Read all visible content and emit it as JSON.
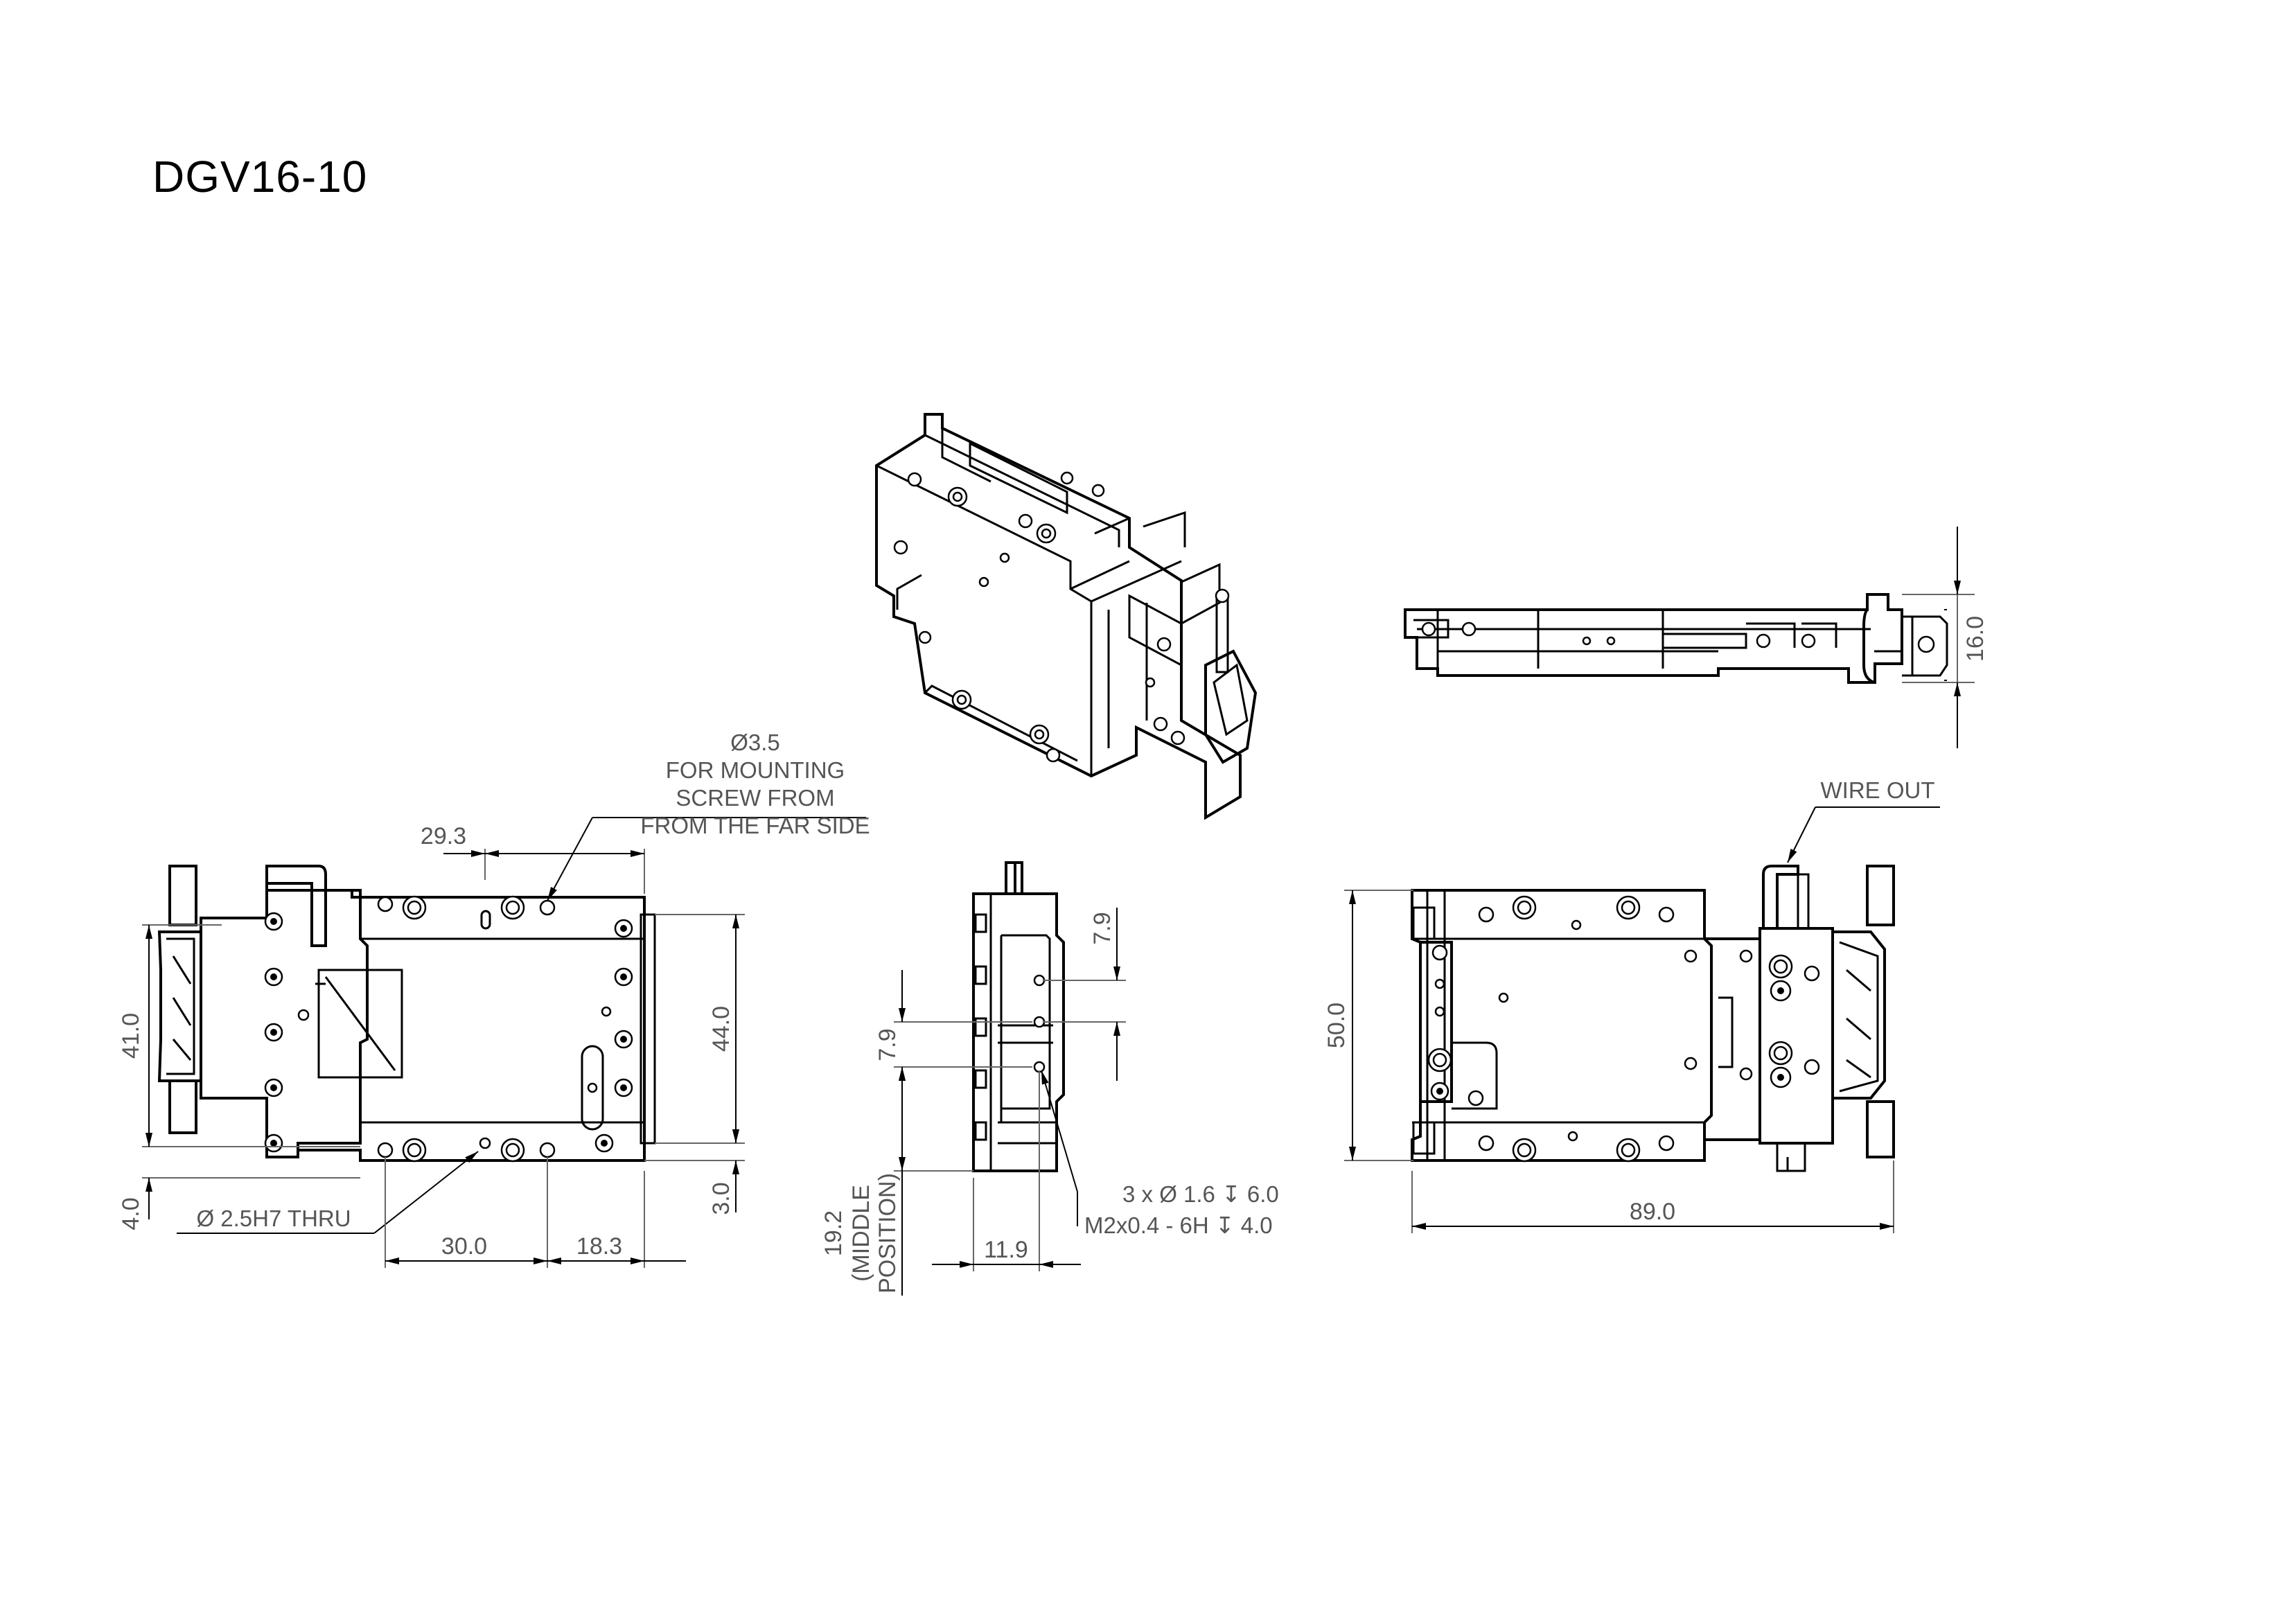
{
  "title": "DGV16-10",
  "notes": {
    "mount_hole": [
      "Ø3.5",
      "FOR MOUNTING",
      "SCREW FROM",
      "FROM THE FAR SIDE"
    ],
    "pin_hole": "Ø 2.5H7 THRU",
    "wire_out": "WIRE OUT",
    "tapped_holes": [
      "3 x Ø 1.6 ↧ 6.0",
      "M2x0.4 - 6H ↧ 4.0"
    ],
    "middle_position": [
      "19.2",
      "(MIDDLE",
      "POSITION)"
    ]
  },
  "dimensions": {
    "top_width": "16.0",
    "front_29_3": "29.3",
    "front_41_0": "41.0",
    "front_44_0": "44.0",
    "front_4_0": "4.0",
    "front_3_0": "3.0",
    "front_30_0": "30.0",
    "front_18_3": "18.3",
    "side_7_9_top": "7.9",
    "side_7_9_left": "7.9",
    "side_11_9": "11.9",
    "back_50_0": "50.0",
    "back_89_0": "89.0"
  },
  "colors": {
    "line": "#000000",
    "dimension_text": "#555555"
  }
}
